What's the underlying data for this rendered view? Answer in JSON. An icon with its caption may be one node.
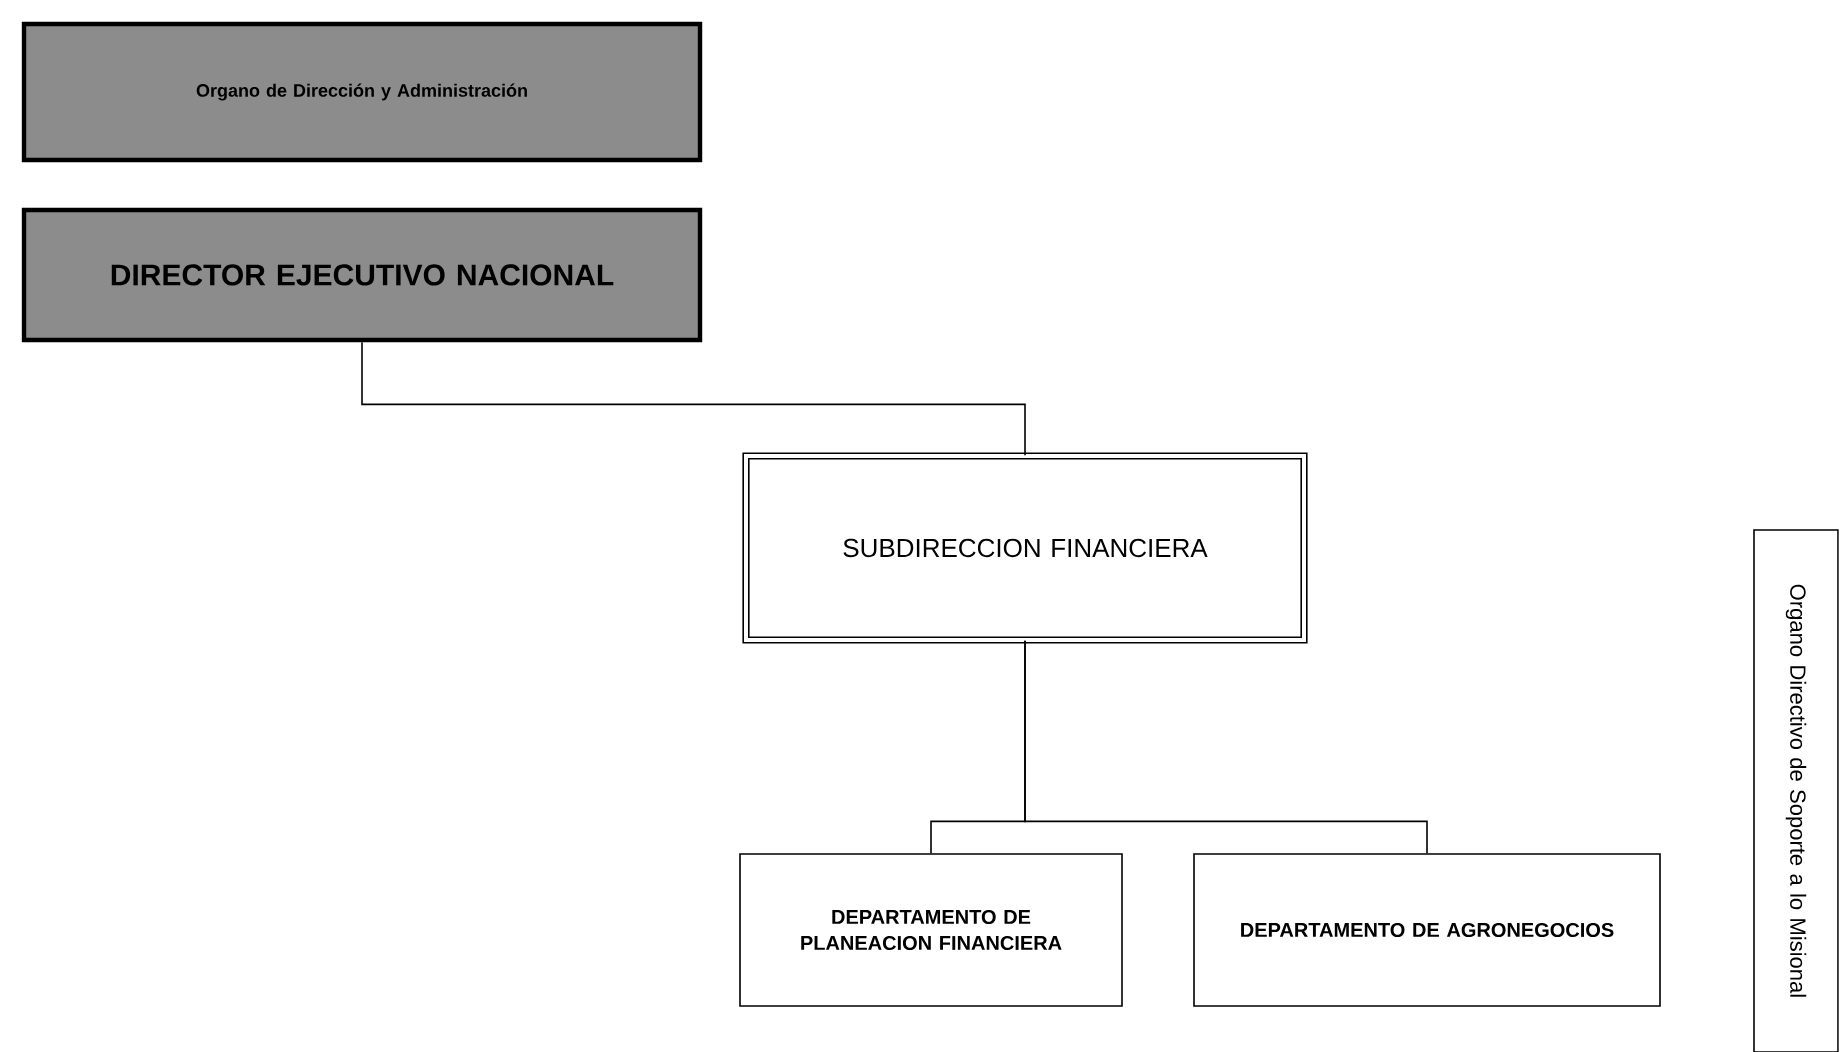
{
  "diagram": {
    "nodes": [
      {
        "text": [
          "Organo de Dirección y Administración"
        ]
      },
      {
        "text": [
          "DIRECTOR EJECUTIVO NACIONAL"
        ]
      },
      {
        "text": [
          "SUBDIRECCION FINANCIERA"
        ]
      },
      {
        "text": [
          "DEPARTAMENTO DE PLANEACION FINANCIERA"
        ]
      },
      {
        "text": [
          "DEPARTAMENTO DE AGRONEGOCIOS"
        ]
      },
      {
        "text": [
          "Organo Directivo de Soporte a lo Misional"
        ]
      }
    ],
    "edges": [
      {
        "from": 1,
        "to": 2,
        "arrow": "none"
      },
      {
        "from": 2,
        "to": 3,
        "arrow": "none"
      },
      {
        "from": 2,
        "to": 4,
        "arrow": "none"
      }
    ]
  }
}
